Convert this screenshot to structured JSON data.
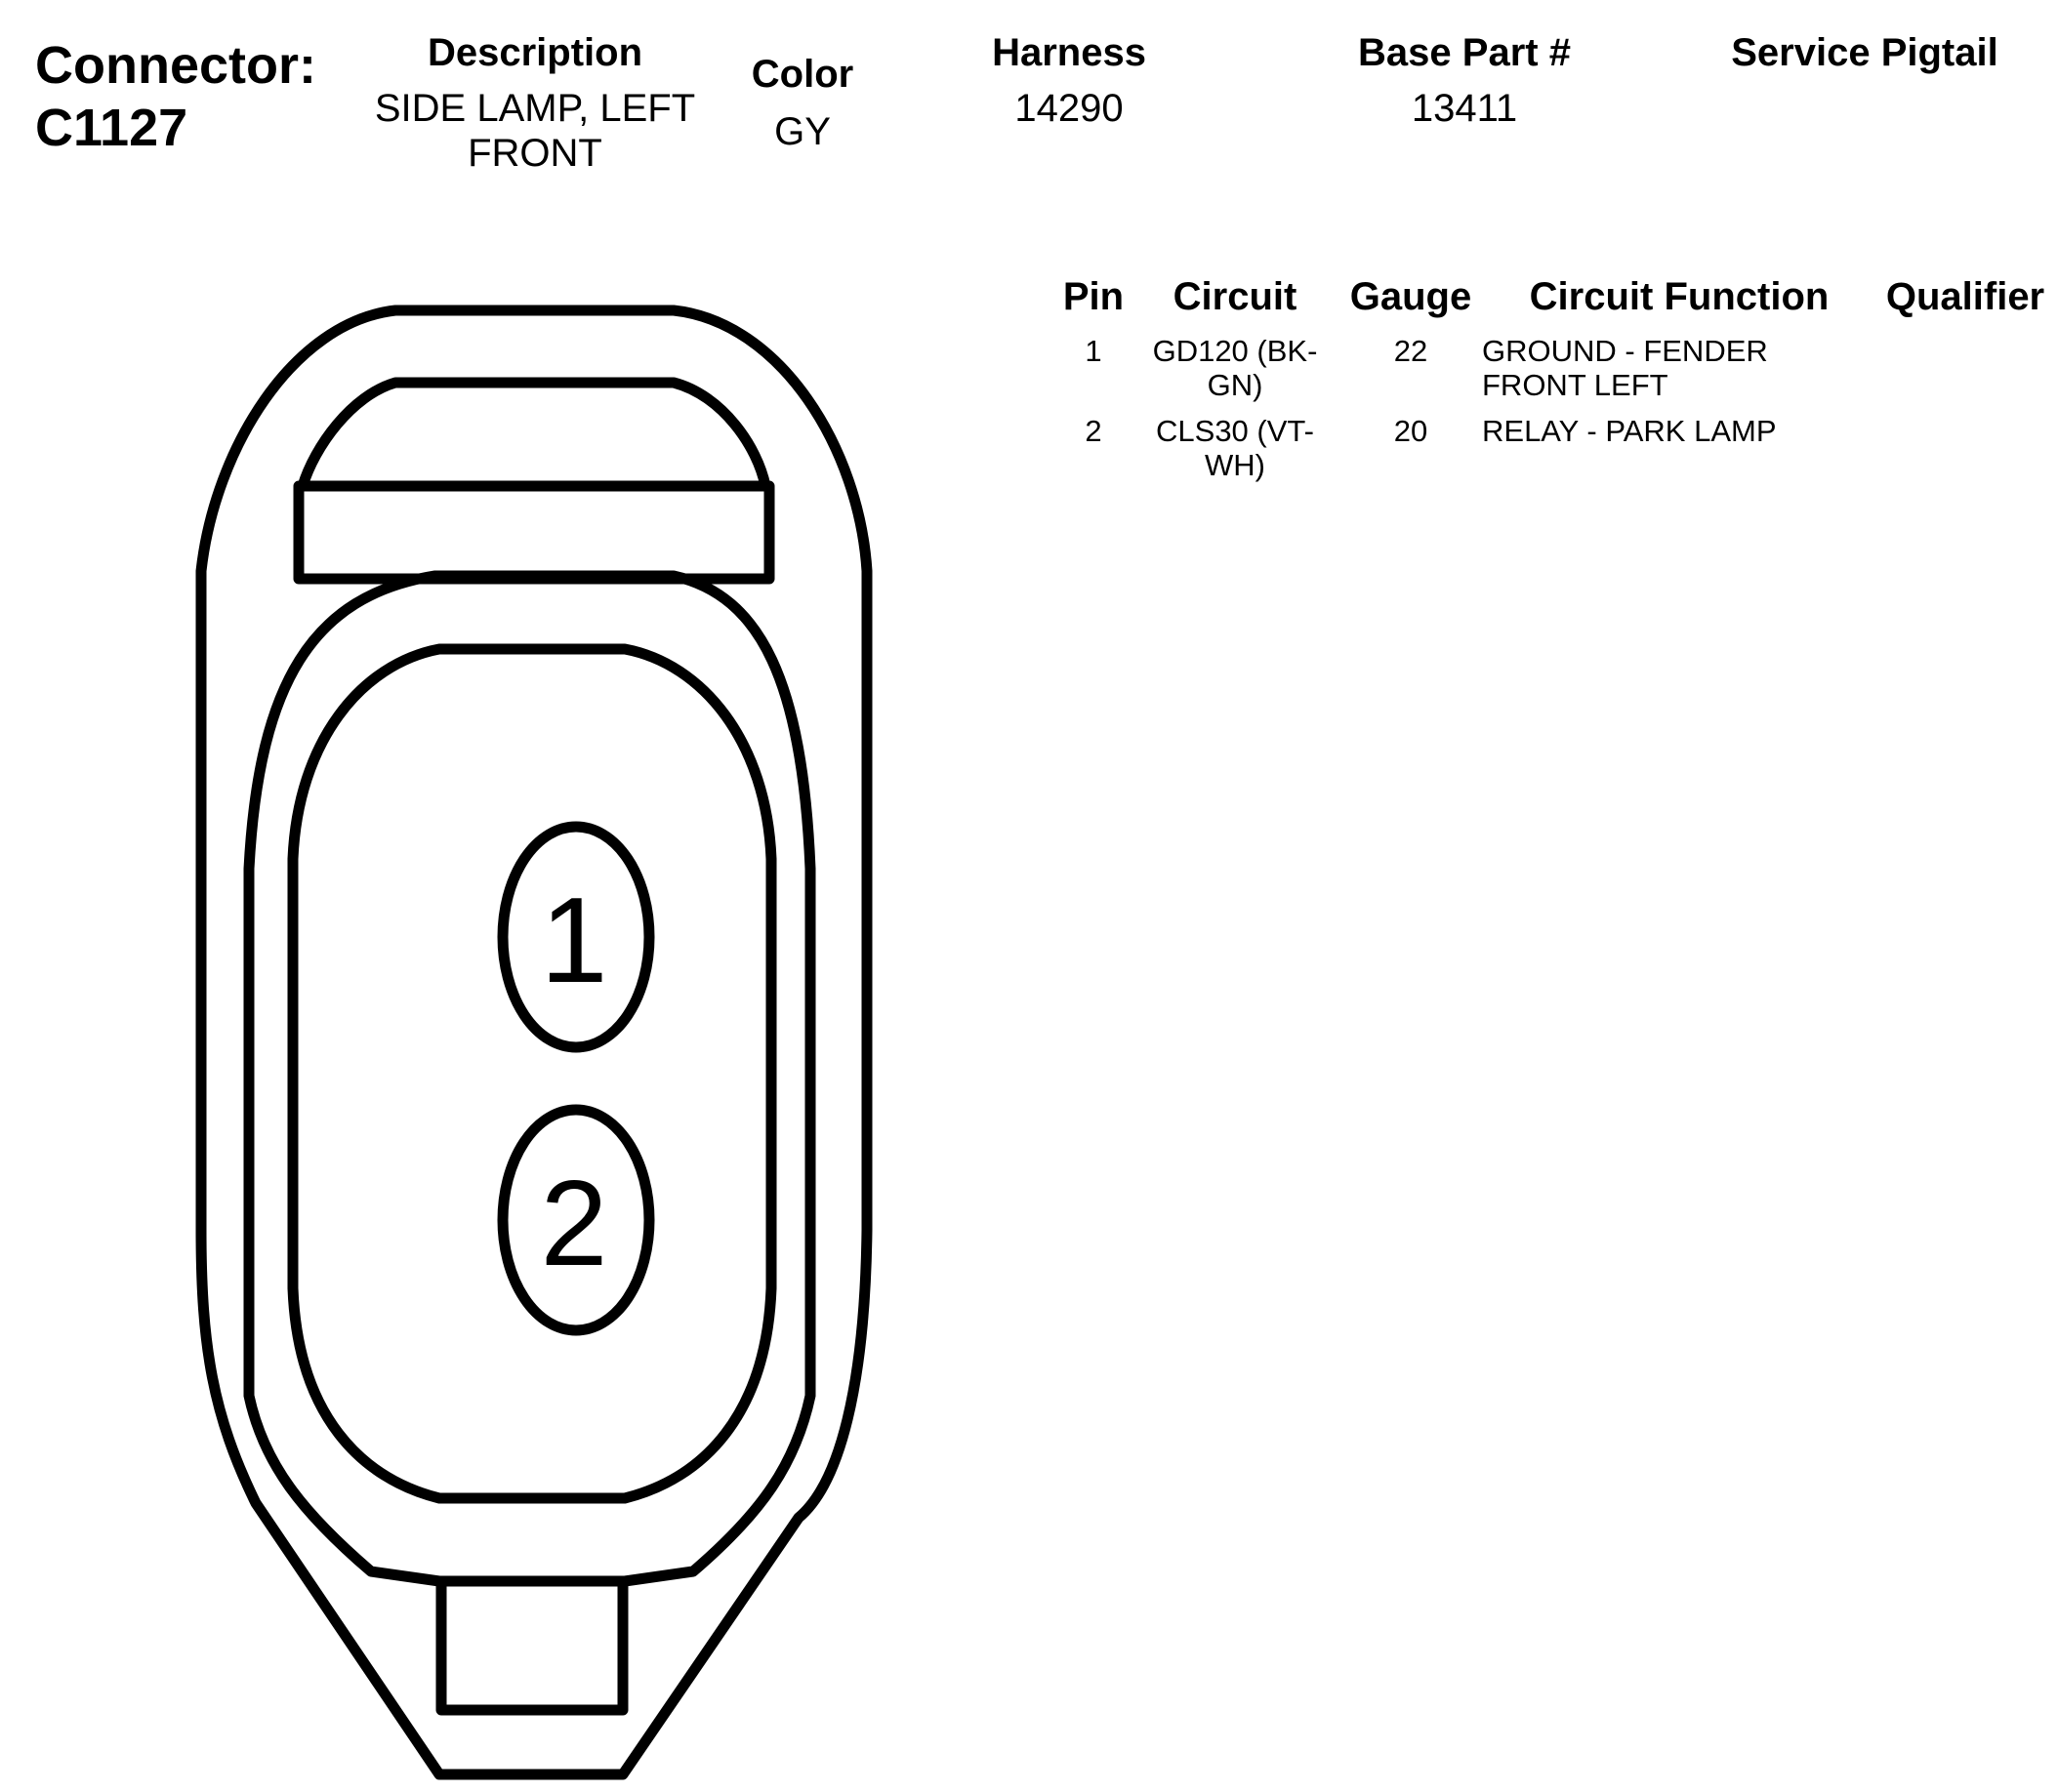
{
  "connector": {
    "label": "Connector:",
    "id": "C1127"
  },
  "header": {
    "description": {
      "label": "Description",
      "value": "SIDE LAMP, LEFT FRONT"
    },
    "color": {
      "label": "Color",
      "value": "GY"
    },
    "harness": {
      "label": "Harness",
      "value": "14290"
    },
    "base_part": {
      "label": "Base Part #",
      "value": "13411"
    },
    "service_pigtail": {
      "label": "Service Pigtail",
      "value": ""
    }
  },
  "table": {
    "columns": [
      "Pin",
      "Circuit",
      "Gauge",
      "Circuit Function",
      "Qualifier"
    ],
    "rows": [
      {
        "pin": "1",
        "circuit": "GD120 (BK-GN)",
        "gauge": "22",
        "function": "GROUND - FENDER FRONT LEFT",
        "qualifier": ""
      },
      {
        "pin": "2",
        "circuit": "CLS30 (VT-WH)",
        "gauge": "20",
        "function": "RELAY - PARK LAMP",
        "qualifier": ""
      }
    ]
  },
  "diagram": {
    "pins": [
      "1",
      "2"
    ],
    "stroke_color": "#000000"
  }
}
